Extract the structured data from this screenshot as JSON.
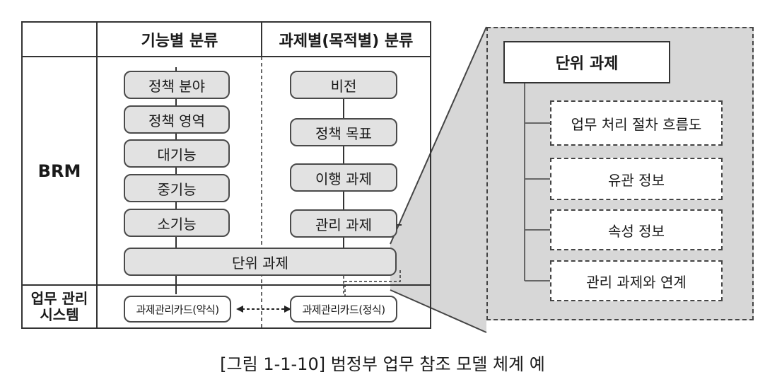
{
  "table": {
    "col1_header": "기능별 분류",
    "col2_header": "과제별(목적별) 분류",
    "row1_label": "BRM",
    "row2_label_line1": "업무 관리",
    "row2_label_line2": "시스템"
  },
  "functional": [
    "정책 분야",
    "정책 영역",
    "대기능",
    "중기능",
    "소기능"
  ],
  "task": [
    "비전",
    "정책 목표",
    "이행 과제",
    "관리 과제"
  ],
  "unit_task": "단위 과제",
  "cards": {
    "draft": "과제관리카드(약식)",
    "formal": "과제관리카드(정식)"
  },
  "panel": {
    "title": "단위 과제",
    "items": [
      "업무 처리 절차 흐름도",
      "유관 정보",
      "속성 정보",
      "관리 과제와 연계"
    ]
  },
  "caption": "[그림 1-1-10] 범정부 업무 참조 모델 체계 예"
}
